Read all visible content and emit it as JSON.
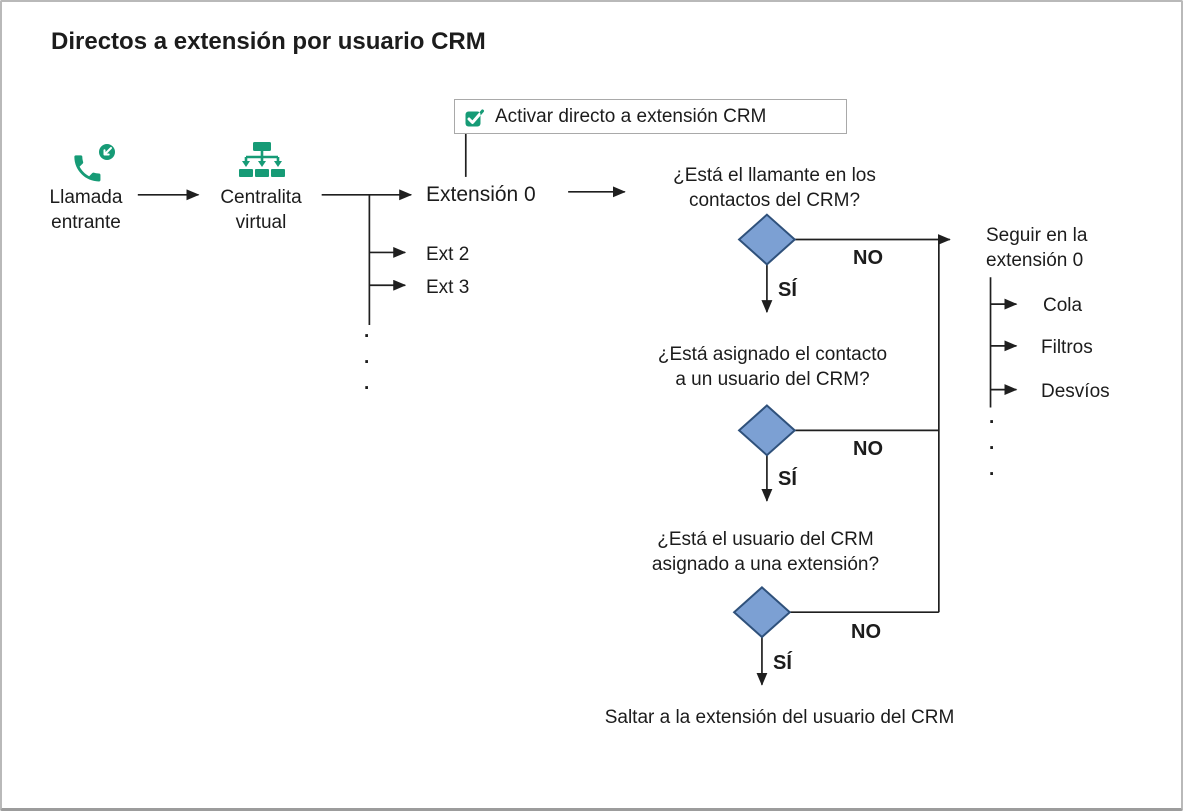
{
  "title": "Directos a extensión por usuario CRM",
  "toggle": {
    "label": "Activar directo a extensión CRM"
  },
  "nodes": {
    "incoming_call": "Llamada\nentrante",
    "pbx": "Centralita\nvirtual",
    "extension0": "Extensión 0",
    "ext2": "Ext 2",
    "ext3": "Ext 3",
    "dots": ".\n.\n."
  },
  "questions": {
    "q1": "¿Está el llamante en los\ncontactos del CRM?",
    "q2": "¿Está asignado el contacto\na un usuario del CRM?",
    "q3": "¿Está el usuario del CRM\nasignado a una extensión?"
  },
  "labels": {
    "yes": "SÍ",
    "no": "NO"
  },
  "no_branch": {
    "title": "Seguir en la\nextensión 0",
    "items": [
      "Cola",
      "Filtros",
      "Desvíos"
    ],
    "dots": ".\n.\n."
  },
  "final": "Saltar a la extensión del usuario del CRM",
  "colors": {
    "icon_green": "#169b76",
    "diamond_fill": "#7CA0D3",
    "diamond_stroke": "#2F517B",
    "wire": "#1f1f1f"
  }
}
